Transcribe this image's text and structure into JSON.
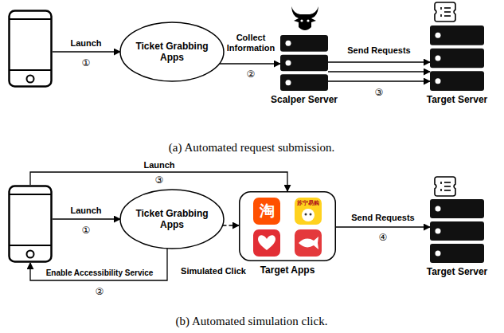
{
  "diagram": {
    "nodes": [
      {
        "text": []
      },
      {
        "text": [
          "Ticket Grabbing Apps"
        ]
      },
      {
        "text": [
          "Scalper Server"
        ]
      },
      {
        "text": [
          "Target Server"
        ]
      },
      {
        "text": []
      },
      {
        "text": [
          "Ticket Grabbing Apps"
        ]
      },
      {
        "text": [
          "Target Apps"
        ]
      },
      {
        "text": [
          "Target Server"
        ]
      }
    ],
    "edges": [
      {
        "from": 0,
        "to": 1,
        "label": "Launch",
        "arrow": "to"
      },
      {
        "from": 1,
        "to": 2,
        "label": "Collect Information",
        "arrow": "to"
      },
      {
        "from": 2,
        "to": 3,
        "label": "Send Requests",
        "arrow": "to"
      },
      {
        "from": 2,
        "to": 3,
        "arrow": "to"
      },
      {
        "from": 2,
        "to": 3,
        "arrow": "to"
      },
      {
        "from": 4,
        "to": 5,
        "label": "Launch",
        "arrow": "to"
      },
      {
        "from": 5,
        "to": 4,
        "label": "Enable Accessibility Service",
        "arrow": "to"
      },
      {
        "from": 4,
        "to": 6,
        "label": "Launch",
        "arrow": "to"
      },
      {
        "from": 5,
        "to": 6,
        "label": "Simulated Click",
        "arrow": "to"
      },
      {
        "from": 6,
        "to": 7,
        "label": "Send Requests",
        "arrow": "to"
      }
    ],
    "labels": [
      "①",
      "②",
      "③",
      "(a) Automated request submission.",
      "①",
      "②",
      "③",
      "④",
      "(b) Automated simulation click.",
      "淘",
      "苏宁易购"
    ]
  }
}
